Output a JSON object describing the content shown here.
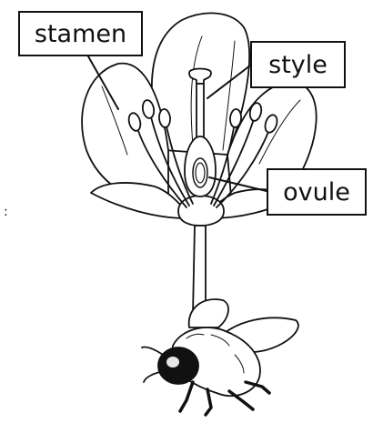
{
  "labels": {
    "stamen": "stamen",
    "style": "style",
    "ovule": "ovule"
  },
  "margin_mark": ":",
  "colors": {
    "ink": "#111111",
    "paper": "#ffffff"
  }
}
